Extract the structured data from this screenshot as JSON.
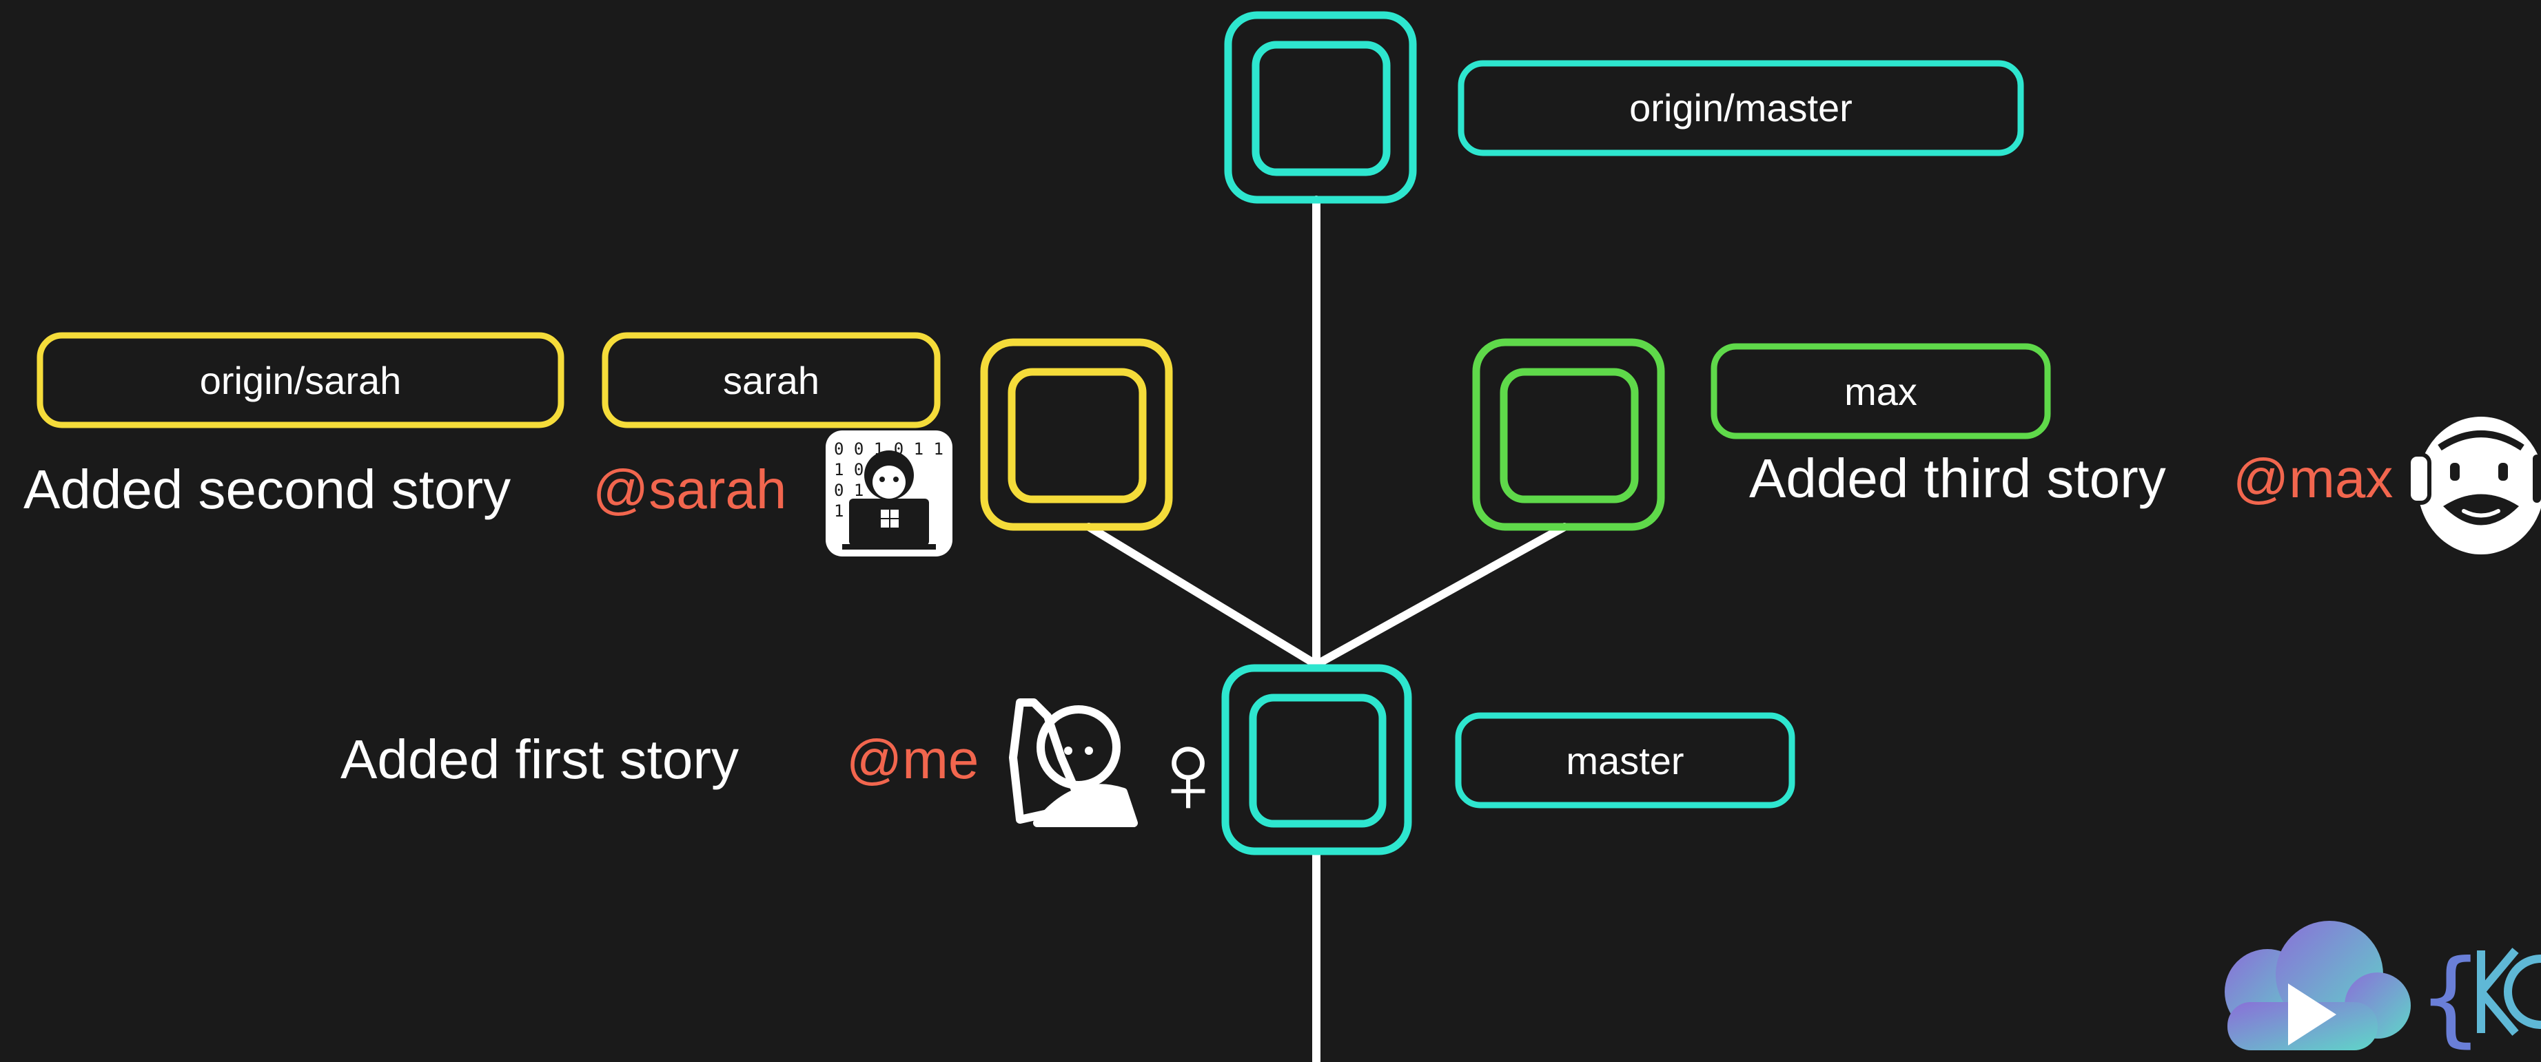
{
  "commits": {
    "top": {
      "branch_label": "origin/master",
      "color": "#2ee6cf"
    },
    "second": {
      "branch_labels": [
        "origin/sarah",
        "sarah"
      ],
      "message": "Added second story",
      "author": "@sarah",
      "color": "#f5dc3a"
    },
    "third": {
      "branch_label": "max",
      "message": "Added third story",
      "author": "@max",
      "color": "#5fd94a"
    },
    "first": {
      "branch_label": "master",
      "message": "Added first story",
      "author": "@me",
      "symbol": "♀",
      "color": "#2ee6cf"
    }
  },
  "colors": {
    "background": "#1a1a1a",
    "line": "#ffffff",
    "author": "#f2664e",
    "text": "#ffffff"
  },
  "icons": [
    "technologist-icon",
    "bearded-man-icon",
    "woman-raising-hand-icon",
    "female-sign-icon",
    "cloud-play-logo-icon",
    "brace-logo-icon"
  ]
}
